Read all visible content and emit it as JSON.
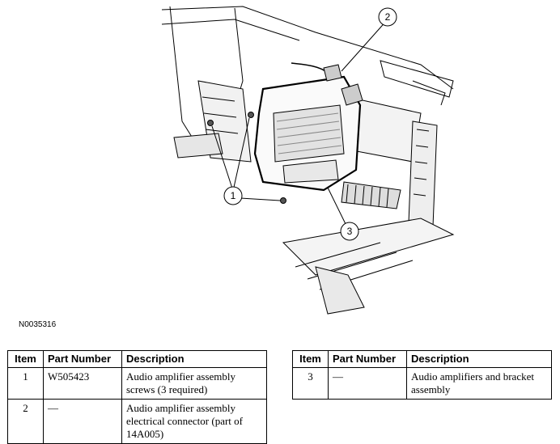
{
  "figure": {
    "id": "N0035316",
    "callouts": [
      "1",
      "2",
      "3"
    ]
  },
  "table_headers": {
    "item": "Item",
    "part_number": "Part Number",
    "description": "Description"
  },
  "rows_left": [
    {
      "item": "1",
      "part_number": "W505423",
      "description": "Audio amplifier assembly screws (3 required)"
    },
    {
      "item": "2",
      "part_number": "—",
      "description": "Audio amplifier assembly electrical connector (part of 14A005)"
    }
  ],
  "rows_right": [
    {
      "item": "3",
      "part_number": "—",
      "description": "Audio amplifiers and bracket assembly"
    }
  ]
}
